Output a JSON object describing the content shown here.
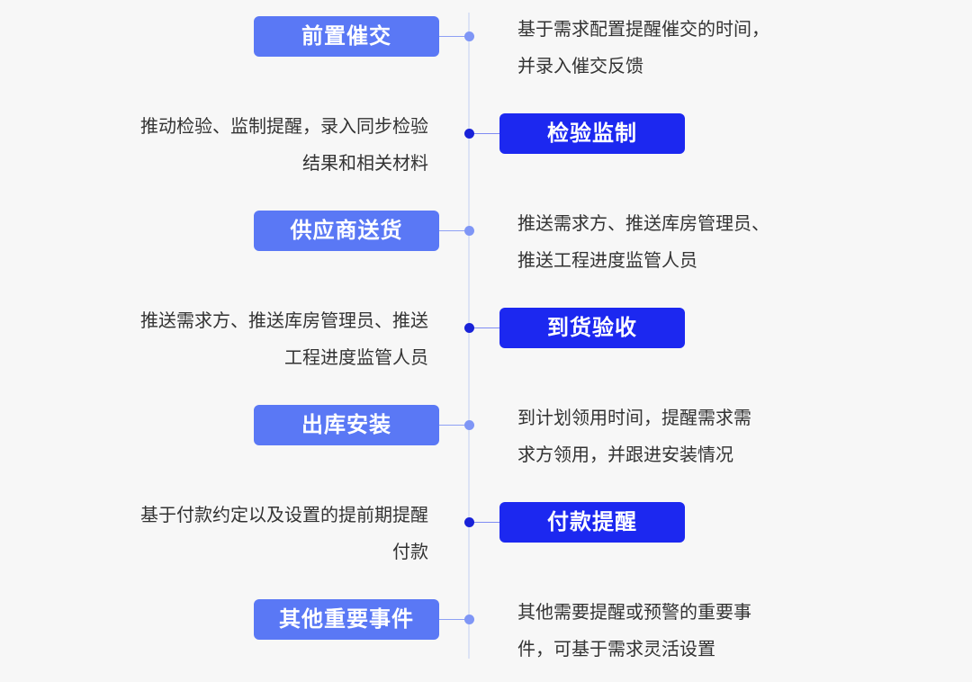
{
  "steps": [
    {
      "label": "前置催交",
      "lines": [
        "基于需求配置提醒催交的时间，",
        "并录入催交反馈"
      ]
    },
    {
      "label": "检验监制",
      "lines": [
        "推动检验、监制提醒，录入同步检验",
        "结果和相关材料"
      ]
    },
    {
      "label": "供应商送货",
      "lines": [
        "推送需求方、推送库房管理员、",
        "推送工程进度监管人员"
      ]
    },
    {
      "label": "到货验收",
      "lines": [
        "推送需求方、推送库房管理员、推送",
        "工程进度监管人员"
      ]
    },
    {
      "label": "出库安装",
      "lines": [
        "到计划领用时间，提醒需求需",
        "求方领用，并跟进安装情况"
      ]
    },
    {
      "label": "付款提醒",
      "lines": [
        "基于付款约定以及设置的提前期提醒",
        "付款"
      ]
    },
    {
      "label": "其他重要事件",
      "lines": [
        "其他需要提醒或预警的重要事",
        "件，可基于需求灵活设置"
      ]
    }
  ]
}
